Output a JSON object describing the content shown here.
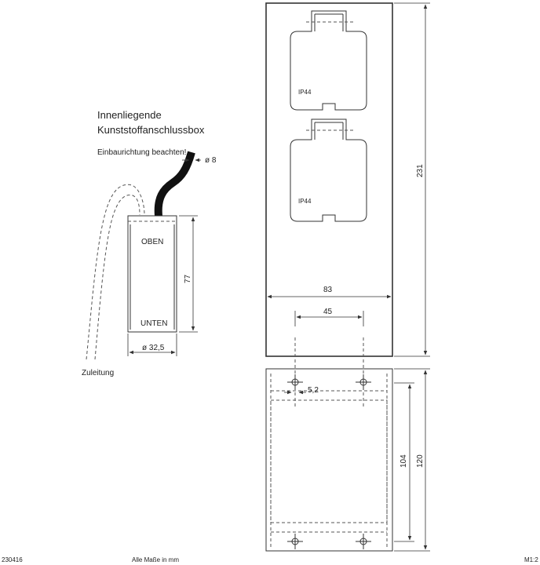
{
  "annotations": {
    "title_line1": "Innenliegende",
    "title_line2": "Kunststoffanschlussbox",
    "note": "Einbaurichtung beachten!",
    "cable_diameter": "ø 8",
    "top_label": "OBEN",
    "bottom_label": "UNTEN",
    "box_height": "77",
    "box_diameter": "ø 32,5",
    "supply_label": "Zuleitung"
  },
  "front_view": {
    "socket1_label": "IP44",
    "socket2_label": "IP44",
    "width": "83",
    "height": "231",
    "hole_spacing": "45"
  },
  "base_view": {
    "hole_diameter": "5,2",
    "inner_height": "104",
    "outer_height": "120"
  },
  "footer": {
    "id": "230416",
    "units": "Alle Maße in mm",
    "scale": "M1:2"
  }
}
